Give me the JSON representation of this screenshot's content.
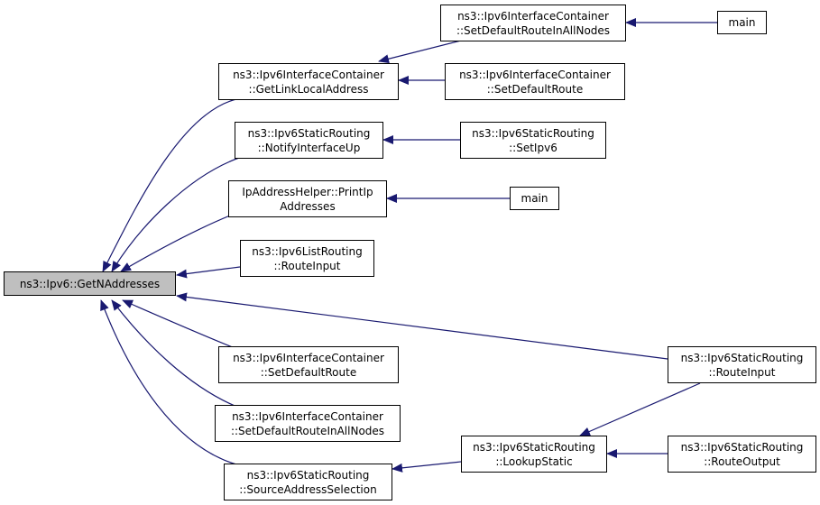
{
  "graph": {
    "root": {
      "line1": "ns3::Ipv6::GetNAddresses"
    },
    "nodes": {
      "get_link_local": {
        "line1": "ns3::Ipv6InterfaceContainer",
        "line2": "::GetLinkLocalAddress"
      },
      "set_default_route_all_top": {
        "line1": "ns3::Ipv6InterfaceContainer",
        "line2": "::SetDefaultRouteInAllNodes"
      },
      "main_top": {
        "line1": "main"
      },
      "set_default_route_top": {
        "line1": "ns3::Ipv6InterfaceContainer",
        "line2": "::SetDefaultRoute"
      },
      "notify_interface_up": {
        "line1": "ns3::Ipv6StaticRouting",
        "line2": "::NotifyInterfaceUp"
      },
      "set_ipv6": {
        "line1": "ns3::Ipv6StaticRouting",
        "line2": "::SetIpv6"
      },
      "print_ip_addresses": {
        "line1": "IpAddressHelper::PrintIp",
        "line2": "Addresses"
      },
      "main_mid": {
        "line1": "main"
      },
      "list_route_input": {
        "line1": "ns3::Ipv6ListRouting",
        "line2": "::RouteInput"
      },
      "static_route_input": {
        "line1": "ns3::Ipv6StaticRouting",
        "line2": "::RouteInput"
      },
      "set_default_route_bottom": {
        "line1": "ns3::Ipv6InterfaceContainer",
        "line2": "::SetDefaultRoute"
      },
      "set_default_route_all_bottom": {
        "line1": "ns3::Ipv6InterfaceContainer",
        "line2": "::SetDefaultRouteInAllNodes"
      },
      "lookup_static": {
        "line1": "ns3::Ipv6StaticRouting",
        "line2": "::LookupStatic"
      },
      "route_output": {
        "line1": "ns3::Ipv6StaticRouting",
        "line2": "::RouteOutput"
      },
      "source_address_selection": {
        "line1": "ns3::Ipv6StaticRouting",
        "line2": "::SourceAddressSelection"
      }
    },
    "colors": {
      "edge": "#191970",
      "root_fill": "#bfbfbf",
      "node_fill": "#ffffff",
      "border": "#000000"
    }
  }
}
